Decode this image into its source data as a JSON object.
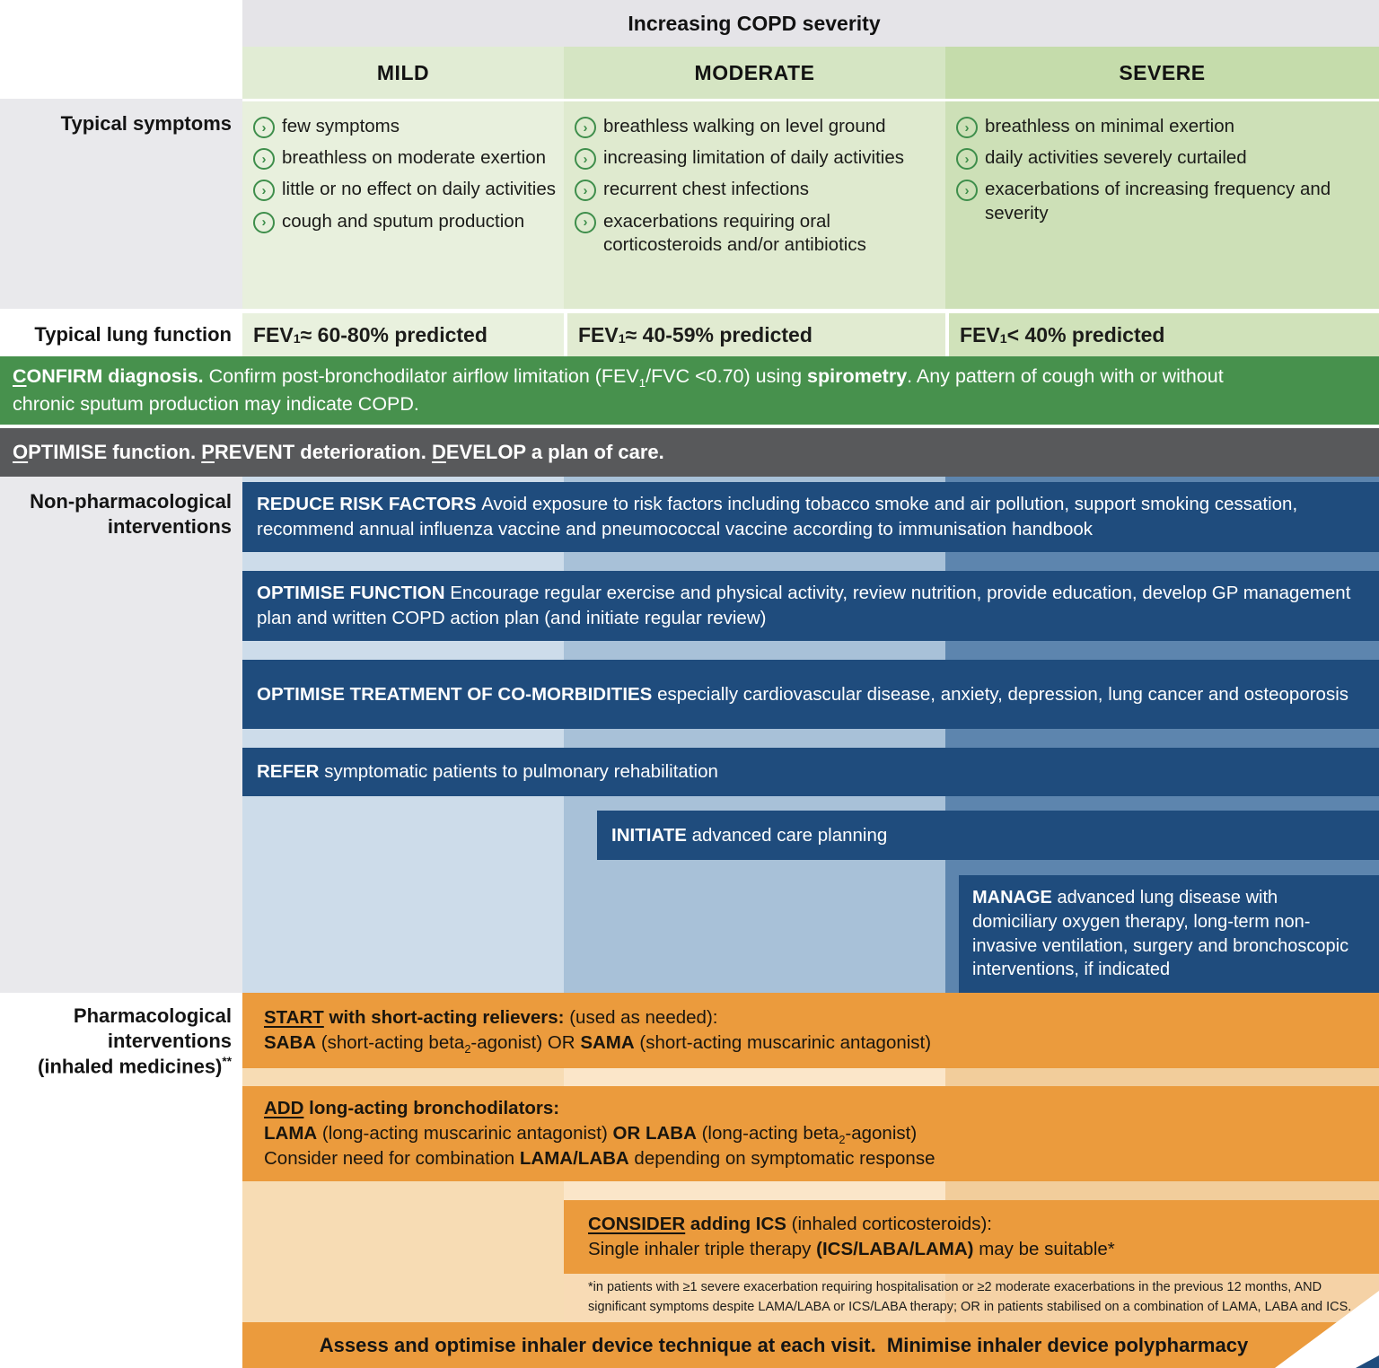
{
  "palette": {
    "header_band_gray": "#e5e4e8",
    "green_banner": "#47914d",
    "gray_banner": "#58595b",
    "navy_bar": "#1f4c7d",
    "orange_bar": "#eb9b3d",
    "stripe_blue_mild": "#cddcea",
    "stripe_blue_moderate": "#a8c1d8",
    "stripe_blue_severe": "#5d85ae",
    "stripe_orange_mild": "#f7dcb4",
    "stripe_orange_moderate": "#fbe6c9",
    "stripe_orange_severe": "#f2cd9b",
    "column_green_mild": "#e8f0dd",
    "column_green_moderate": "#dfeacf",
    "column_green_severe": "#cde0b7",
    "bullet_green": "#3e8e4b"
  },
  "bullet_glyph": "›",
  "header": {
    "title": "Increasing COPD severity",
    "columns": [
      "MILD",
      "MODERATE",
      "SEVERE"
    ]
  },
  "row_labels": {
    "symptoms": "Typical symptoms",
    "lung": "Typical lung function",
    "nonpharm_lines": [
      "Non-pharmacological",
      "interventions"
    ],
    "pharm_lines": [
      "Pharmacological",
      "interventions",
      [
        {
          "t": "(inhaled medicines)"
        },
        {
          "t": "**",
          "sup": true
        }
      ]
    ]
  },
  "symptoms": {
    "mild": [
      "few symptoms",
      "breathless on moderate exertion",
      "little or no effect on daily activities",
      "cough and sputum production"
    ],
    "moderate": [
      "breathless walking on level ground",
      "increasing limitation of daily activities",
      "recurrent chest infections",
      "exacerbations requiring oral corticosteroids and/or antibiotics"
    ],
    "severe": [
      "breathless on minimal exertion",
      "daily activities severely curtailed",
      "exacerbations of increasing frequency and severity"
    ]
  },
  "lung_function": {
    "mild": [
      {
        "t": "FEV"
      },
      {
        "t": "1",
        "sub": true
      },
      {
        "t": " ≈ 60-80% predicted"
      }
    ],
    "moderate": [
      {
        "t": "FEV"
      },
      {
        "t": "1",
        "sub": true
      },
      {
        "t": " ≈ 40-59% predicted"
      }
    ],
    "severe": [
      {
        "t": "FEV"
      },
      {
        "t": "1",
        "sub": true
      },
      {
        "t": " < 40% predicted"
      }
    ]
  },
  "banners": {
    "confirm_lines": [
      [
        {
          "t": "C",
          "b": true,
          "u": true
        },
        {
          "t": "ONFIRM diagnosis.",
          "b": true
        },
        {
          "t": " Confirm post-bronchodilator airflow limitation (FEV"
        },
        {
          "t": "1",
          "sub": true
        },
        {
          "t": "/FVC <0.70) using "
        },
        {
          "t": "spirometry",
          "b": true
        },
        {
          "t": ". Any pattern of cough with or without"
        }
      ],
      [
        "chronic sputum production may indicate COPD."
      ]
    ],
    "optimise": [
      {
        "t": "O",
        "b": true,
        "u": true
      },
      {
        "t": "PTIMISE function. ",
        "b": true
      },
      {
        "t": "P",
        "b": true,
        "u": true
      },
      {
        "t": "REVENT deterioration. ",
        "b": true
      },
      {
        "t": "D",
        "b": true,
        "u": true
      },
      {
        "t": "EVELOP a plan of care.",
        "b": true
      }
    ]
  },
  "nonpharm_bars": {
    "reduce": [
      {
        "t": "REDUCE RISK FACTORS ",
        "b": true
      },
      {
        "t": "Avoid exposure to risk factors including tobacco smoke and air pollution, support smoking cessation, recommend annual influenza vaccine and pneumococcal vaccine according to immunisation handbook"
      }
    ],
    "optimise_function": [
      {
        "t": "OPTIMISE FUNCTION ",
        "b": true
      },
      {
        "t": "Encourage regular exercise and physical activity, review nutrition, provide education, develop GP management plan and written COPD action plan (and initiate regular review)"
      }
    ],
    "comorbidities": [
      {
        "t": "OPTIMISE TREATMENT OF CO-MORBIDITIES ",
        "b": true
      },
      {
        "t": "especially cardiovascular disease, anxiety, depression, lung cancer and osteoporosis"
      }
    ],
    "refer": [
      {
        "t": "REFER ",
        "b": true
      },
      {
        "t": "symptomatic patients to pulmonary rehabilitation"
      }
    ],
    "initiate": [
      {
        "t": "INITIATE ",
        "b": true
      },
      {
        "t": "advanced care planning"
      }
    ],
    "manage": [
      {
        "t": "MANAGE ",
        "b": true
      },
      {
        "t": "advanced lung disease with domiciliary oxygen therapy, long-term non-invasive ventilation, surgery and bronchoscopic interventions, if indicated"
      }
    ]
  },
  "pharm_bars": {
    "start_lines": [
      [
        {
          "t": "START",
          "b": true,
          "u": true
        },
        {
          "t": " with short-acting relievers:",
          "b": true
        },
        {
          "t": " (used as needed):"
        }
      ],
      [
        {
          "t": "SABA",
          "b": true
        },
        {
          "t": " (short-acting beta"
        },
        {
          "t": "2",
          "sub": true
        },
        {
          "t": "-agonist) OR "
        },
        {
          "t": "SAMA",
          "b": true
        },
        {
          "t": " (short-acting muscarinic antagonist)"
        }
      ]
    ],
    "add_lines": [
      [
        {
          "t": "ADD",
          "b": true,
          "u": true
        },
        {
          "t": " long-acting bronchodilators:",
          "b": true
        }
      ],
      [
        {
          "t": "LAMA",
          "b": true
        },
        {
          "t": " (long-acting muscarinic antagonist) "
        },
        {
          "t": "OR LABA",
          "b": true
        },
        {
          "t": " (long-acting beta"
        },
        {
          "t": "2",
          "sub": true
        },
        {
          "t": "-agonist)"
        }
      ],
      [
        {
          "t": "Consider need for combination "
        },
        {
          "t": "LAMA/LABA",
          "b": true
        },
        {
          "t": " depending on symptomatic response"
        }
      ]
    ],
    "consider_lines": [
      [
        {
          "t": "CONSIDER",
          "b": true,
          "u": true
        },
        {
          "t": " adding ICS",
          "b": true
        },
        {
          "t": " (inhaled corticosteroids):"
        }
      ],
      [
        {
          "t": "Single inhaler triple therapy "
        },
        {
          "t": "(ICS/LABA/LAMA)",
          "b": true
        },
        {
          "t": " may be suitable*"
        }
      ]
    ]
  },
  "footnote_lines": [
    "*in patients with ≥1 severe exacerbation requiring hospitalisation or ≥2 moderate exacerbations in the previous 12 months, AND",
    "significant symptoms despite LAMA/LABA or ICS/LABA therapy; OR in patients stabilised on a combination of LAMA, LABA and ICS."
  ],
  "bottom_banner": "Assess and optimise inhaler device technique at each visit.  Minimise inhaler device polypharmacy"
}
